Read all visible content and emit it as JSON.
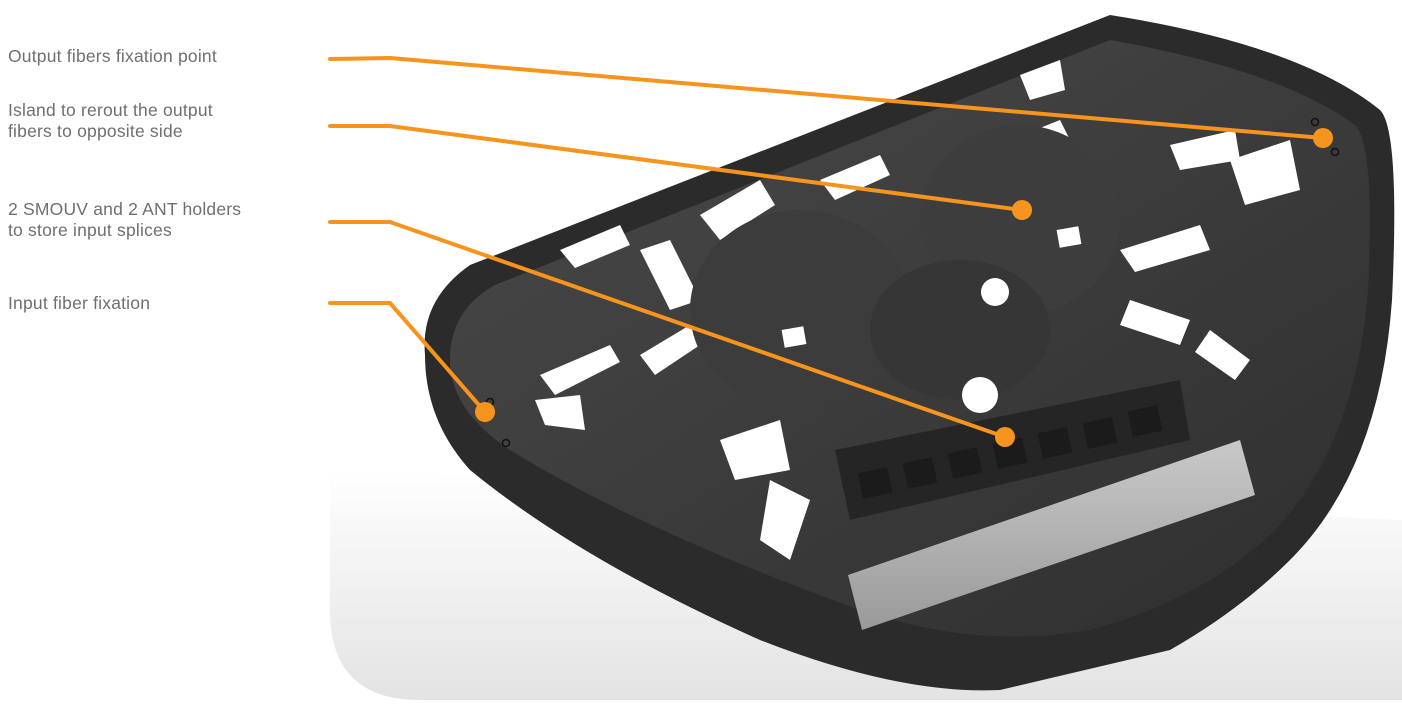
{
  "callouts": [
    {
      "id": "output-fibers-fixation-point",
      "text": "Output fibers fixation point"
    },
    {
      "id": "island-reroute-output-fibers",
      "text": "Island to rerout the output\nfibers to opposite side"
    },
    {
      "id": "smouv-ant-holders",
      "text": "2 SMOUV and 2 ANT holders\nto store input splices"
    },
    {
      "id": "input-fiber-fixation",
      "text": "Input fiber fixation"
    }
  ],
  "colors": {
    "callout_line": "#f7941d",
    "label_text": "#6f6f6f",
    "tray_body": "#3a3a3a",
    "tray_rim": "#2c2c2c",
    "background_shadow": "#e6e6e6"
  },
  "image": "fiber-splice-tray-product-render"
}
